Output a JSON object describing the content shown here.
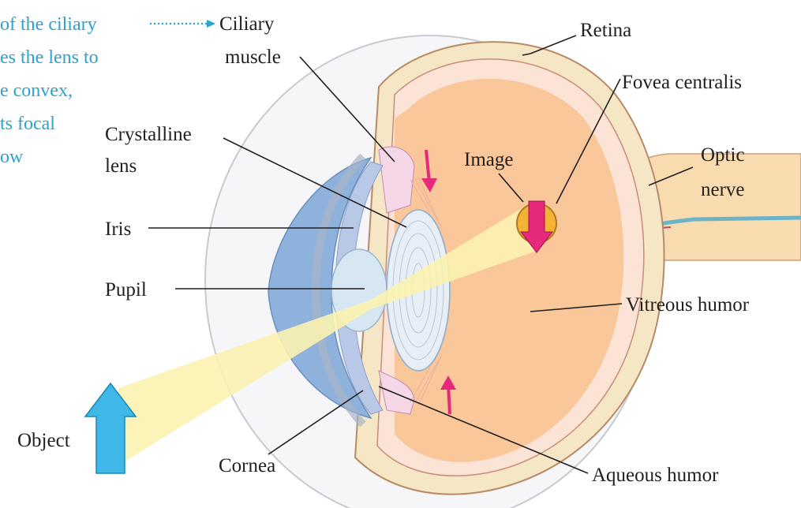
{
  "caption": {
    "lines": [
      "of the ciliary",
      "es the lens to",
      "e convex,",
      "ts focal",
      "ow"
    ]
  },
  "labels": {
    "ciliary_muscle": [
      "Ciliary",
      "muscle"
    ],
    "retina": "Retina",
    "fovea": "Fovea centralis",
    "crystalline_lens": [
      "Crystalline",
      "lens"
    ],
    "image": "Image",
    "optic_nerve": [
      "Optic",
      "nerve"
    ],
    "iris": "Iris",
    "pupil": "Pupil",
    "vitreous_humor": "Vitreous humor",
    "object": "Object",
    "cornea": "Cornea",
    "aqueous_humor": "Aqueous humor"
  },
  "colors": {
    "caption_text": "#29a3cf",
    "vitreous_fill": "#f9c79a",
    "iris_blue": "#8fb2dc",
    "light_cone": "#fbf2b0",
    "arrow_pink": "#e6297a",
    "object_arrow": "#3fb8e8",
    "image_circle": "#f5b335"
  },
  "icons": [
    "object-arrow-icon",
    "image-arrow-icon",
    "ciliary-top-arrow-icon",
    "ciliary-bottom-arrow-icon",
    "caption-dotted-arrow-icon"
  ]
}
